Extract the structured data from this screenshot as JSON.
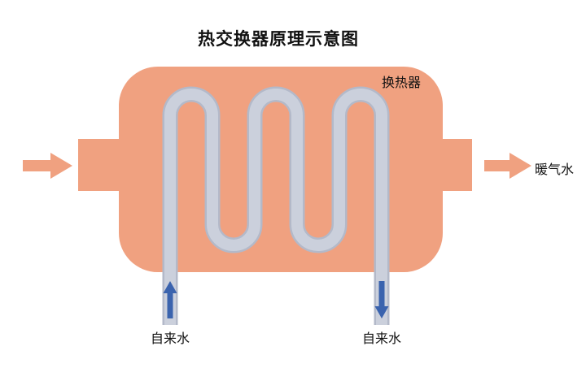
{
  "title": "热交换器原理示意图",
  "diagram": {
    "vessel_label": "换热器",
    "outlet_label": "暖气水",
    "tap_water_left_label": "自来水",
    "tap_water_right_label": "自来水"
  },
  "colors": {
    "background": "#FFFFFF",
    "vessel": "#F0A180",
    "port": "#F0A180",
    "flow_arrow": "#F0A180",
    "flow_arrow_edge": "#E8B49B",
    "pipe": "#CBD0DC",
    "pipe_outline": "#B3B9C9",
    "water_arrow": "#3A63AE",
    "text": "#111111"
  }
}
